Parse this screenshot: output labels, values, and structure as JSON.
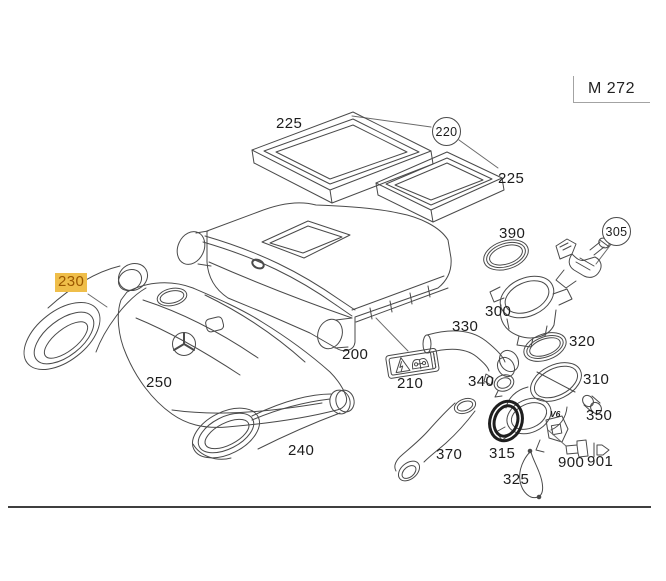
{
  "diagram": {
    "code": "M 272",
    "v6_badge": "V6",
    "colors": {
      "line": "#4a4a4a",
      "text": "#1c1c1c",
      "highlight_bg": "#efbe4a",
      "highlight_text": "#9c5800",
      "seal_dark": "#1e1e1e"
    },
    "labels": [
      {
        "id": "225-left",
        "text": "225"
      },
      {
        "id": "220",
        "text": "220",
        "circled": true
      },
      {
        "id": "225-right",
        "text": "225"
      },
      {
        "id": "390",
        "text": "390"
      },
      {
        "id": "305",
        "text": "305",
        "circled": true
      },
      {
        "id": "230",
        "text": "230",
        "highlighted": true
      },
      {
        "id": "300",
        "text": "300"
      },
      {
        "id": "330",
        "text": "330"
      },
      {
        "id": "320",
        "text": "320"
      },
      {
        "id": "200",
        "text": "200"
      },
      {
        "id": "250",
        "text": "250"
      },
      {
        "id": "310",
        "text": "310"
      },
      {
        "id": "340",
        "text": "340"
      },
      {
        "id": "210",
        "text": "210"
      },
      {
        "id": "350",
        "text": "350"
      },
      {
        "id": "240",
        "text": "240"
      },
      {
        "id": "370",
        "text": "370"
      },
      {
        "id": "315",
        "text": "315"
      },
      {
        "id": "900",
        "text": "900"
      },
      {
        "id": "901",
        "text": "901"
      },
      {
        "id": "325",
        "text": "325"
      }
    ]
  }
}
